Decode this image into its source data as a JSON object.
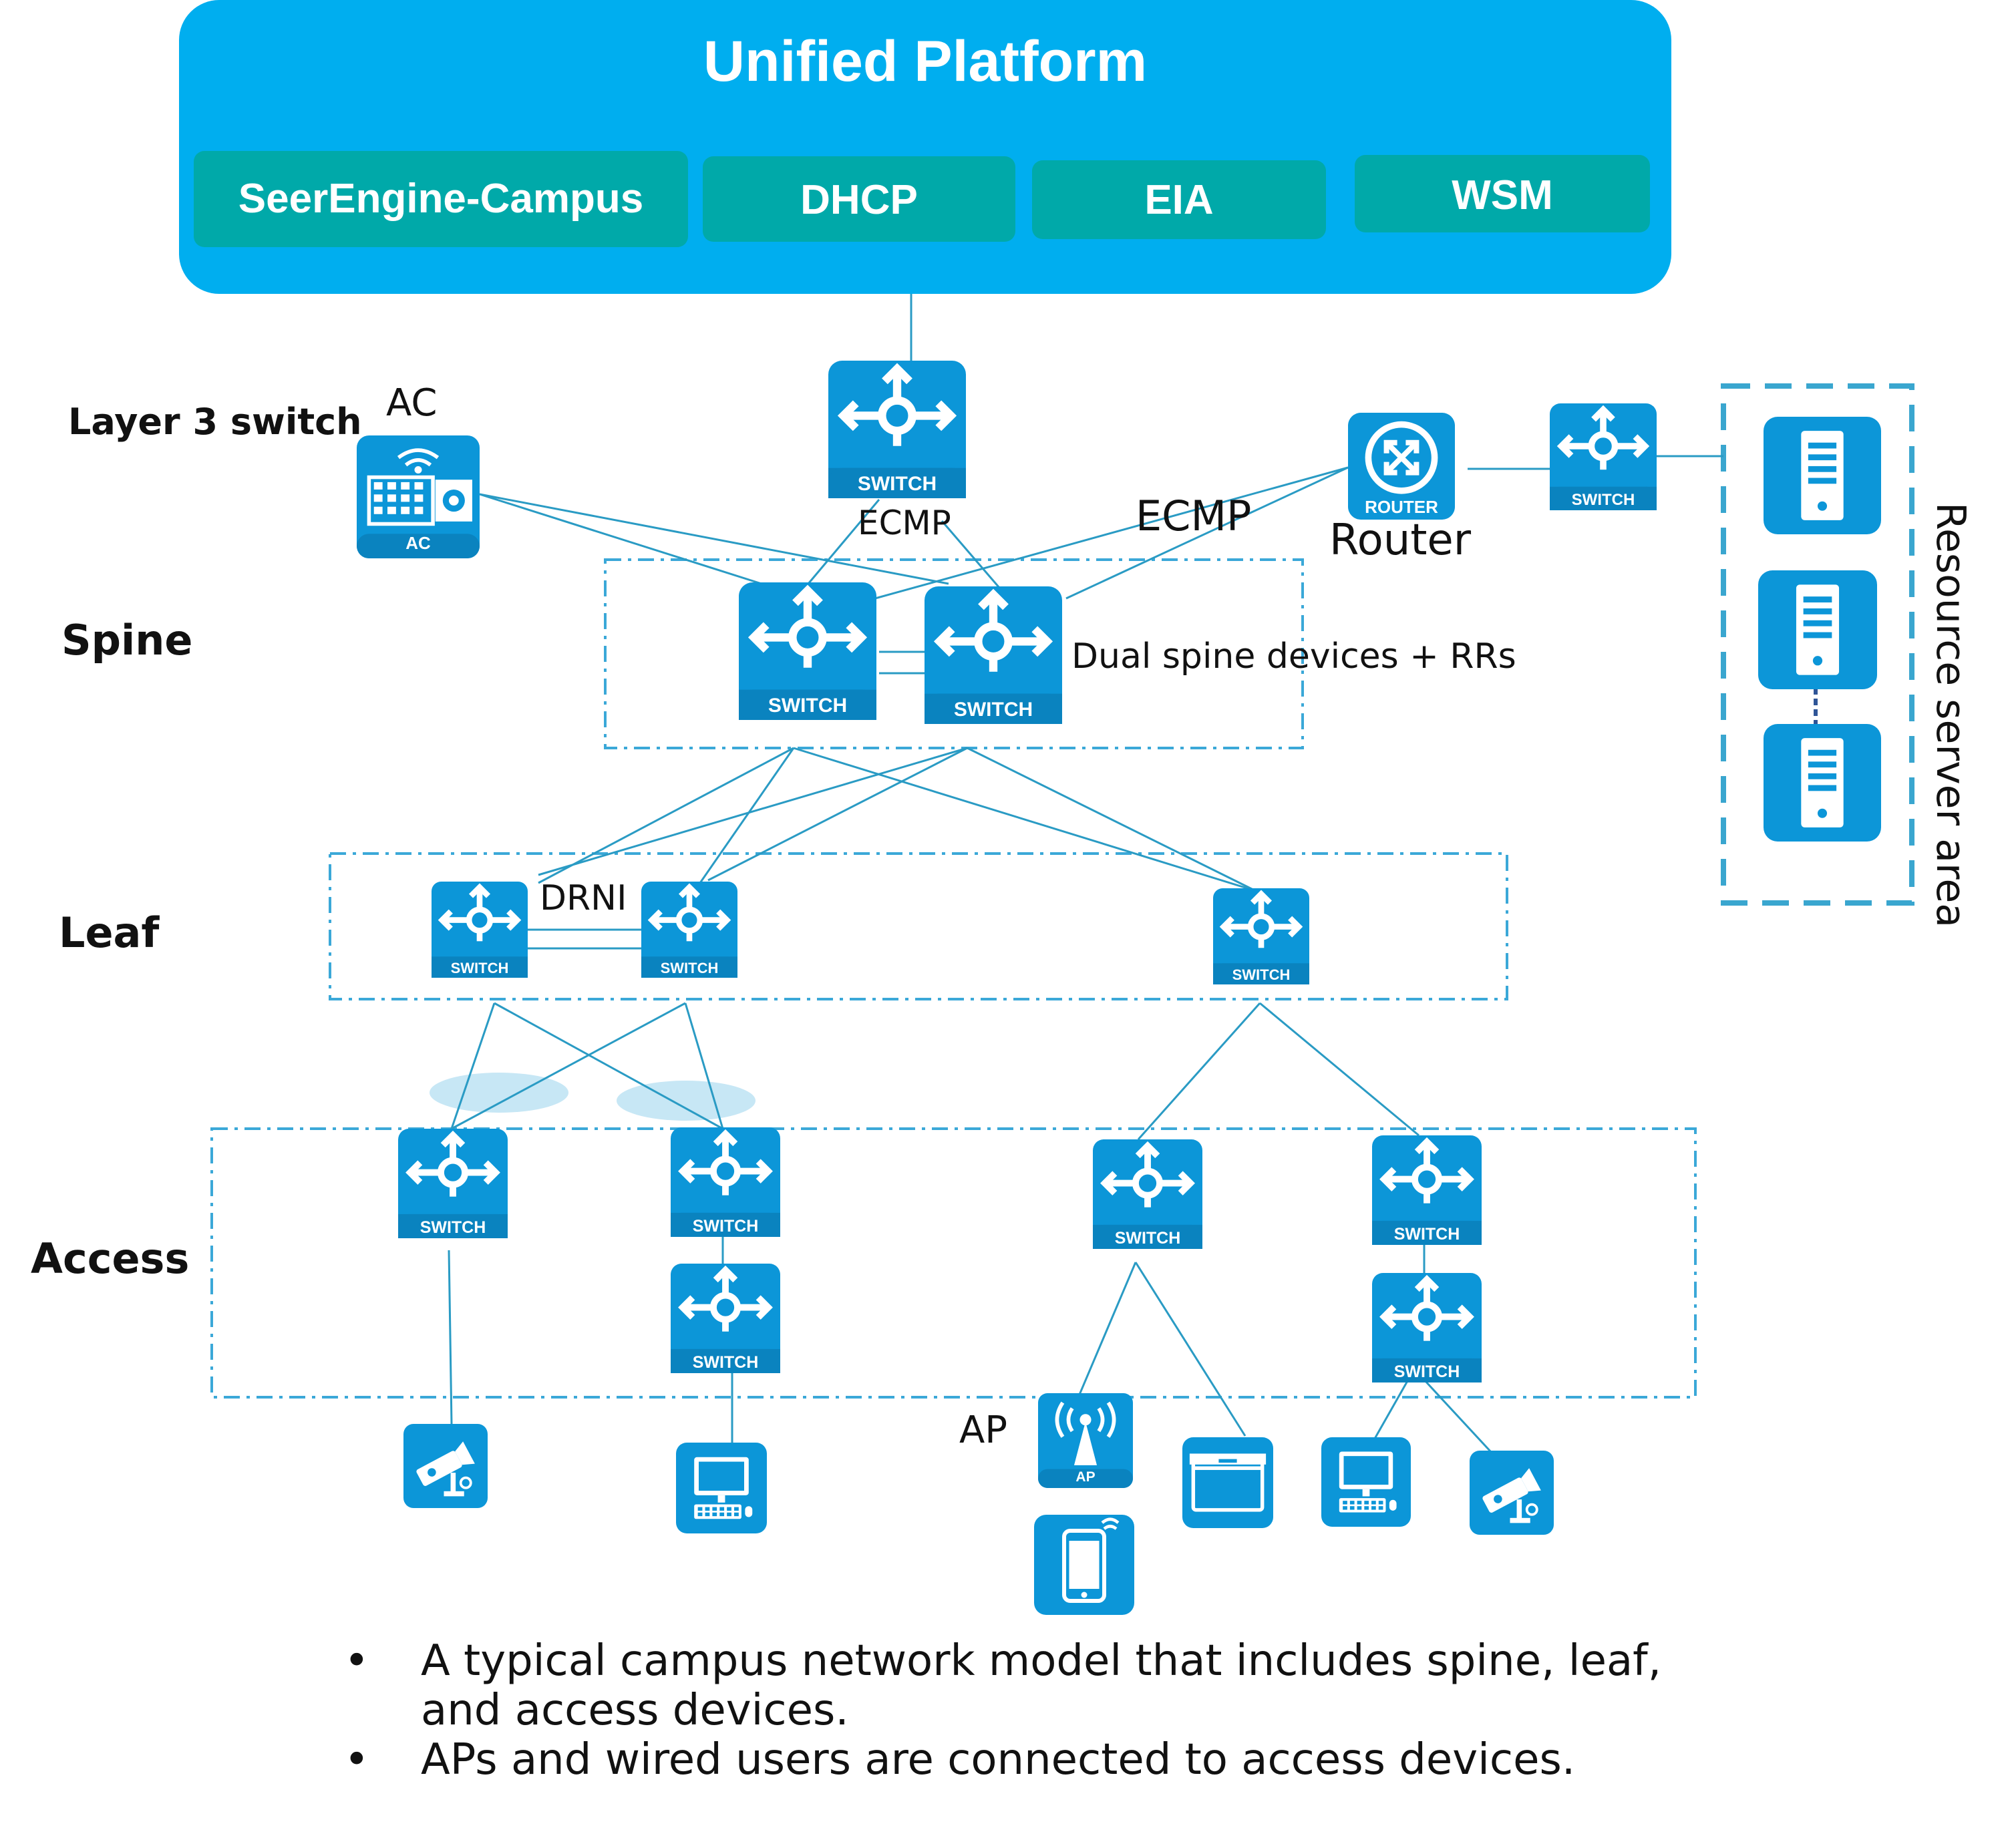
{
  "platform": {
    "title": "Unified Platform",
    "modules": [
      "SeerEngine-Campus",
      "DHCP",
      "EIA",
      "WSM"
    ]
  },
  "layers": {
    "l3": "Layer 3 switch",
    "spine": "Spine",
    "leaf": "Leaf",
    "access": "Access"
  },
  "labels": {
    "ac": "AC",
    "ecmp": "ECMP",
    "router": "Router",
    "dual_spine": "Dual spine devices + RRs",
    "drni": "DRNI",
    "ap": "AP",
    "resource_area": "Resource server area"
  },
  "device_text": {
    "switch": "SWITCH",
    "router": "ROUTER",
    "ac": "AC",
    "ap": "AP"
  },
  "colors": {
    "platform_bg": "#00AEEF",
    "module_bg": "#00A9A9",
    "device_bg": "#0C96D8",
    "link": "#2A9BC4",
    "zone_border": "#3BA8D8",
    "resource_border": "#3AA6CF"
  },
  "notes": [
    "A typical campus network model that includes spine, leaf, and access devices.",
    "APs and wired users are connected to access devices."
  ]
}
